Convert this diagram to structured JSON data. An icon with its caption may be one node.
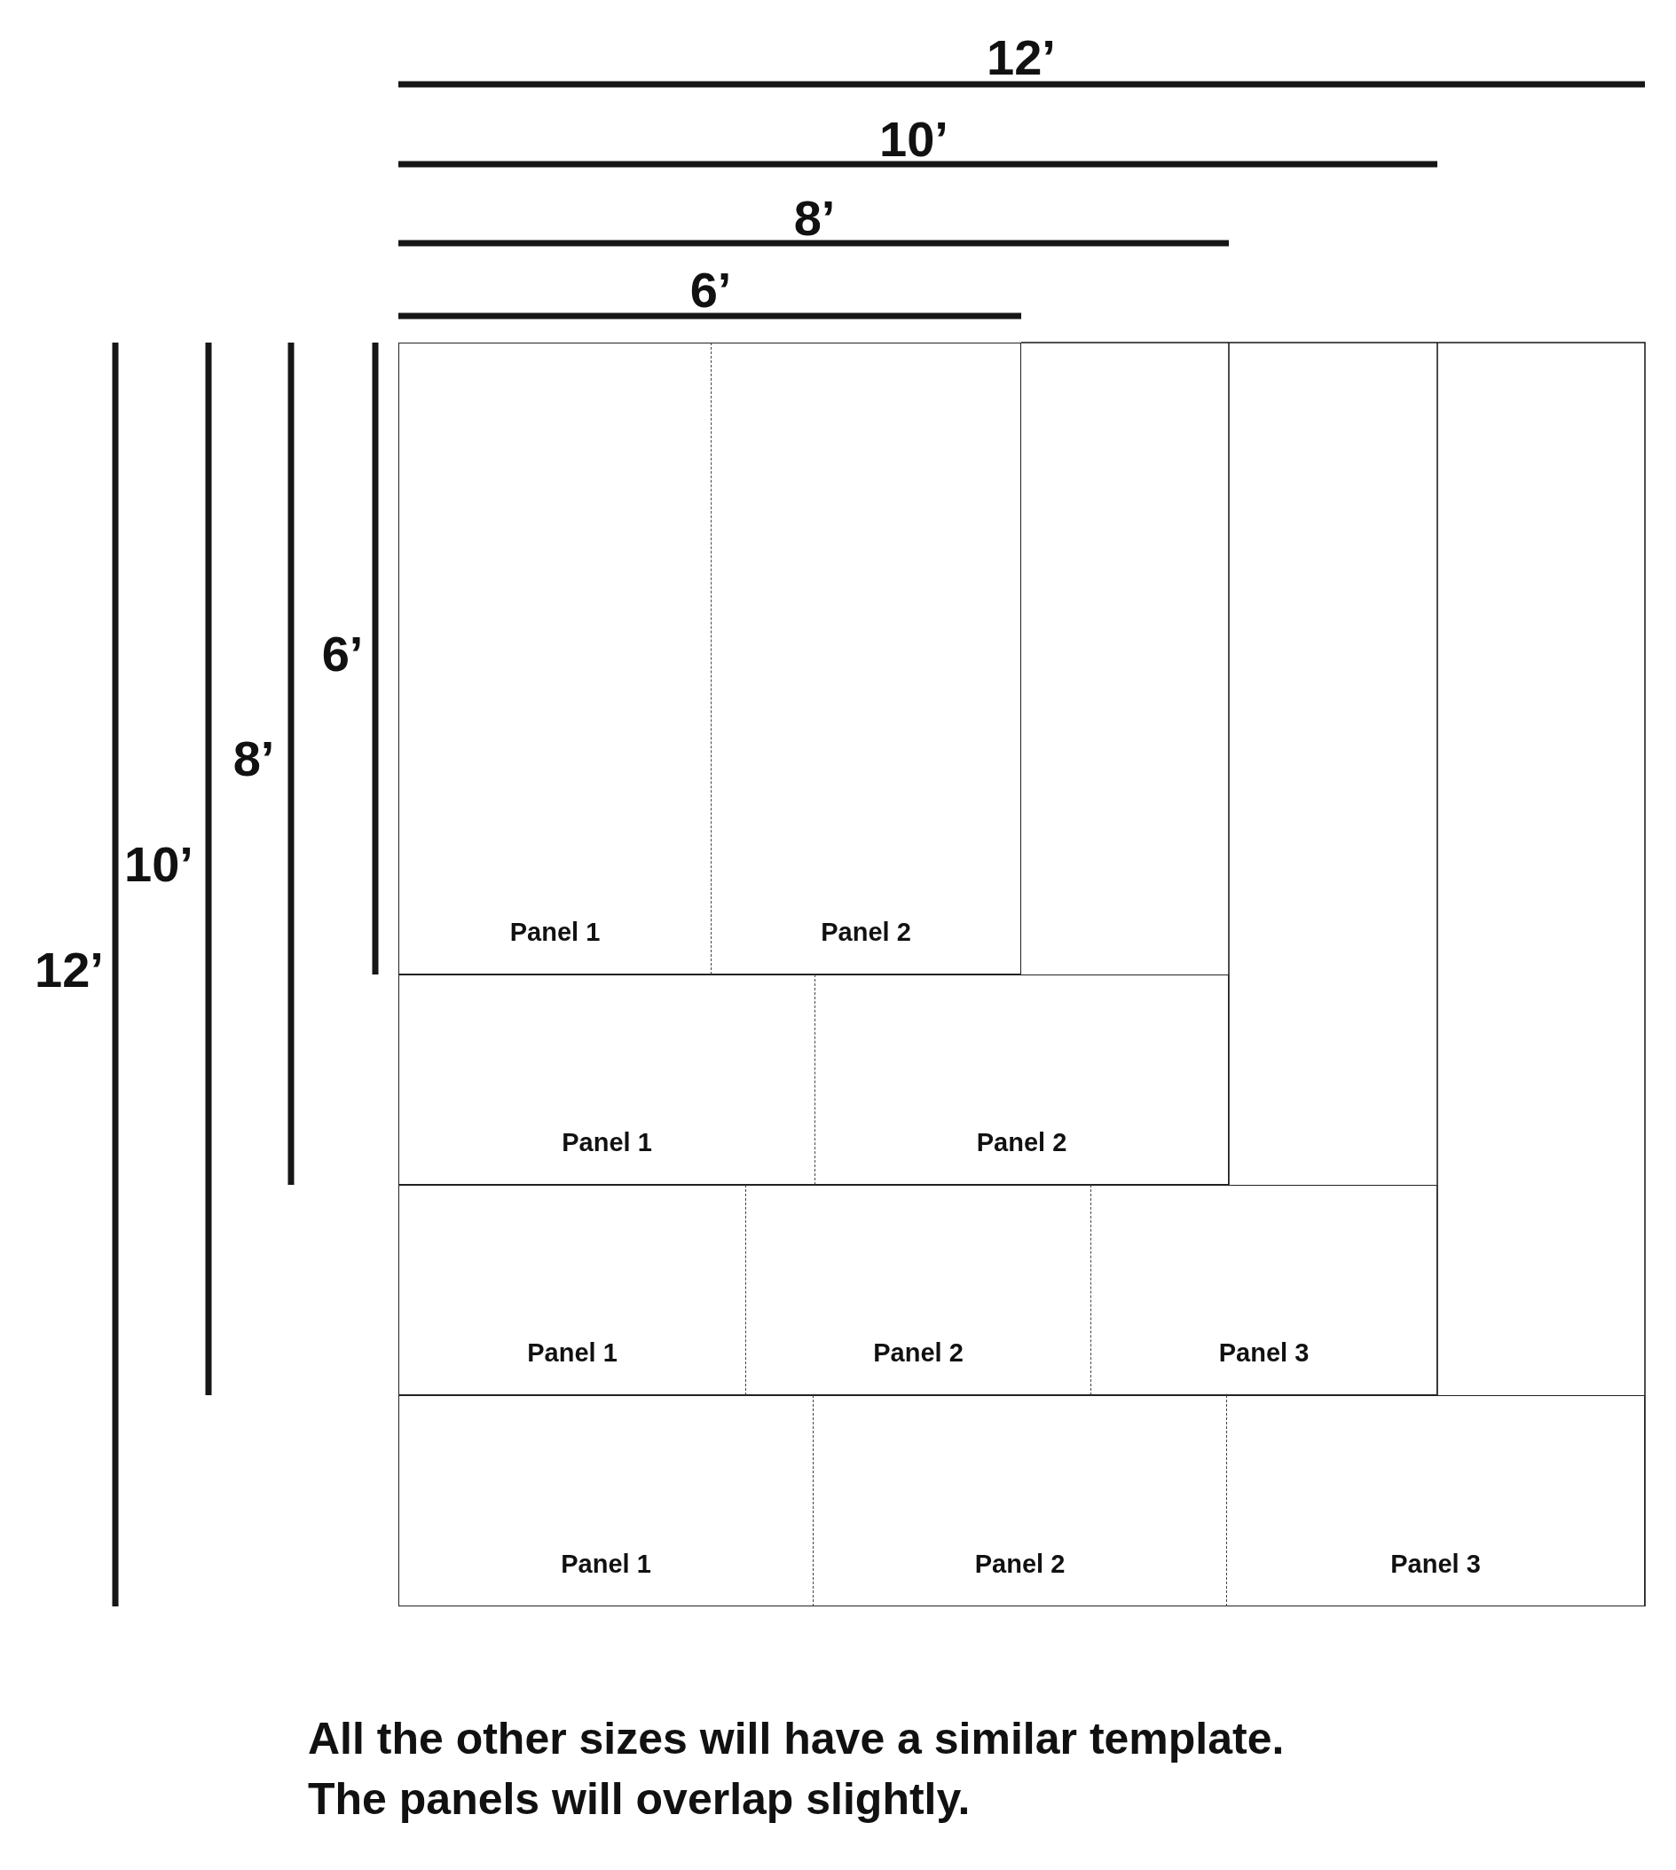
{
  "diagram": {
    "caption": "All the other sizes will have a similar template. The panels will overlap slightly.",
    "nodes": [
      {
        "text": [
          "Panel 1"
        ]
      },
      {
        "text": [
          "Panel 2"
        ]
      },
      {
        "text": [
          "Panel 1"
        ]
      },
      {
        "text": [
          "Panel 2"
        ]
      },
      {
        "text": [
          "Panel 1"
        ]
      },
      {
        "text": [
          "Panel 2"
        ]
      },
      {
        "text": [
          "Panel 3"
        ]
      },
      {
        "text": [
          "Panel 1"
        ]
      },
      {
        "text": [
          "Panel 2"
        ]
      },
      {
        "text": [
          "Panel 3"
        ]
      }
    ],
    "labels": [
      "12’",
      "10’",
      "8’",
      "6’",
      "6’",
      "8’",
      "10’",
      "12’"
    ]
  }
}
